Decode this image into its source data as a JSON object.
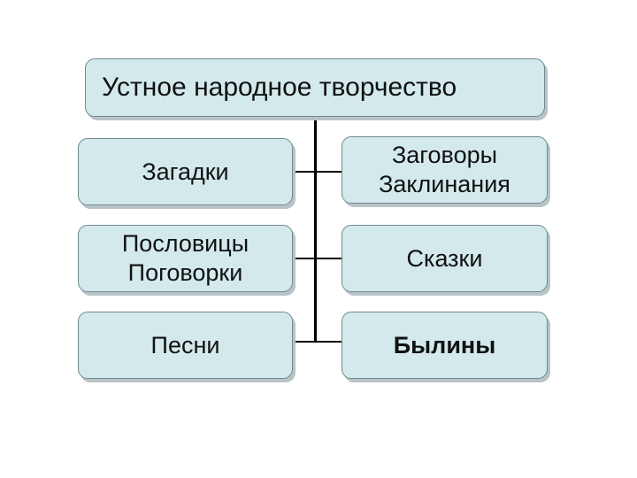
{
  "diagram": {
    "root": "Устное народное творчество",
    "left": {
      "item1": "Загадки",
      "item2": "Пословицы\nПоговорки",
      "item3": "Песни"
    },
    "right": {
      "item1": "Заговоры\nЗаклинания",
      "item2": "Сказки",
      "item3": "Былины"
    }
  }
}
